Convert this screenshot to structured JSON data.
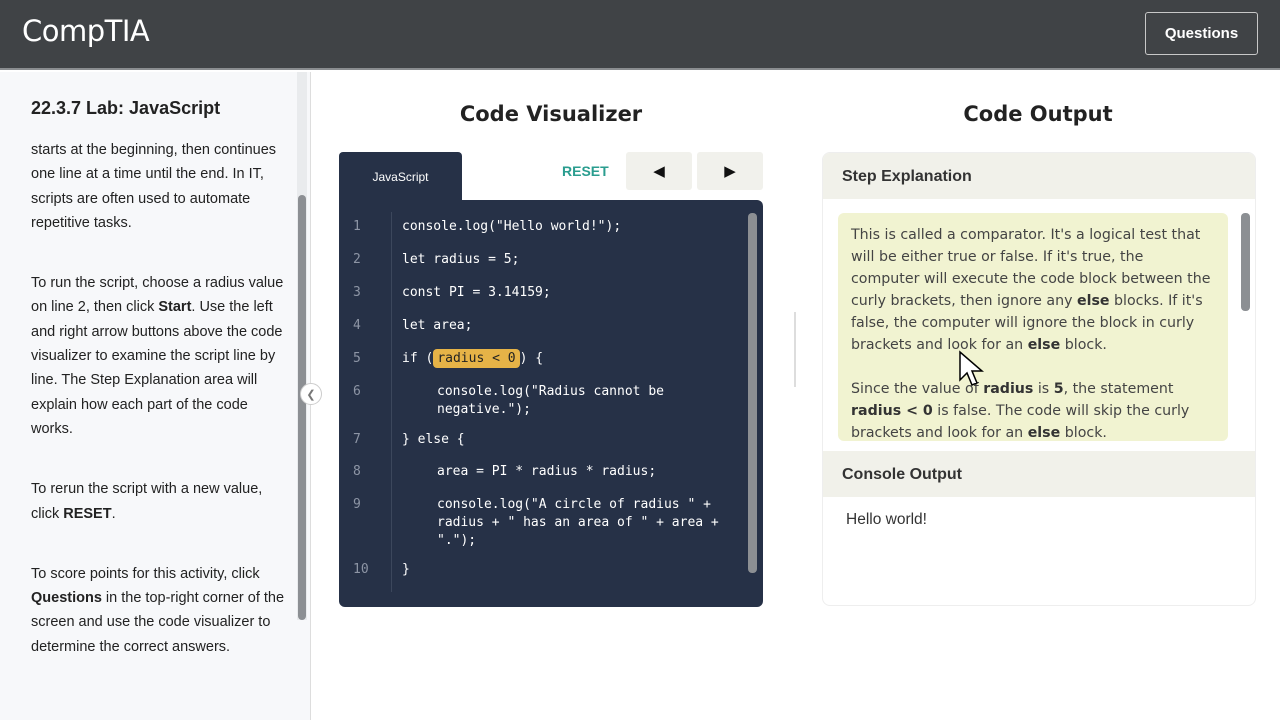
{
  "header": {
    "logo": "CompTIA",
    "questions_button": "Questions"
  },
  "sidebar": {
    "title": "22.3.7 Lab: JavaScript",
    "paragraphs": [
      [
        {
          "t": "starts at the beginning, then continues one line at a time until the end. In IT, scripts are often used to automate repetitive tasks."
        }
      ],
      [
        {
          "t": "To run the script, choose a radius value on line 2, then click "
        },
        {
          "t": "Start",
          "b": true
        },
        {
          "t": ". Use the left and right arrow buttons above the code visualizer to examine the script line by line. The Step Explanation area will explain how each part of the code works."
        }
      ],
      [
        {
          "t": "To rerun the script with a new value, click "
        },
        {
          "t": "RESET",
          "b": true
        },
        {
          "t": "."
        }
      ],
      [
        {
          "t": "To score points for this activity, click "
        },
        {
          "t": "Questions",
          "b": true
        },
        {
          "t": " in the top-right corner of the screen and use the code visualizer to determine the correct answers."
        }
      ]
    ]
  },
  "visualizer": {
    "title": "Code Visualizer",
    "tab": "JavaScript",
    "reset": "RESET",
    "prev_icon": "triangle-left",
    "next_icon": "triangle-right",
    "lines": [
      {
        "n": "1",
        "indent": 0,
        "parts": [
          {
            "t": "console.log(\"Hello world!\");"
          }
        ]
      },
      {
        "n": "2",
        "indent": 0,
        "parts": [
          {
            "t": "let radius = 5;"
          }
        ]
      },
      {
        "n": "3",
        "indent": 0,
        "parts": [
          {
            "t": "const PI = 3.14159;"
          }
        ]
      },
      {
        "n": "4",
        "indent": 0,
        "parts": [
          {
            "t": "let area;"
          }
        ]
      },
      {
        "n": "5",
        "indent": 0,
        "parts": [
          {
            "t": "if ("
          },
          {
            "t": "radius < 0",
            "hl": true
          },
          {
            "t": ") {"
          }
        ]
      },
      {
        "n": "6",
        "indent": 1,
        "parts": [
          {
            "t": "console.log(\"Radius cannot be negative.\");"
          }
        ]
      },
      {
        "n": "7",
        "indent": 0,
        "parts": [
          {
            "t": "} else {"
          }
        ]
      },
      {
        "n": "8",
        "indent": 1,
        "parts": [
          {
            "t": "area = PI * radius * radius;"
          }
        ]
      },
      {
        "n": "9",
        "indent": 1,
        "parts": [
          {
            "t": "console.log(\"A circle of radius \" + radius + \" has an area of \" + area + \".\");"
          }
        ]
      },
      {
        "n": "10",
        "indent": 0,
        "parts": [
          {
            "t": "}"
          }
        ]
      }
    ],
    "highlight_color": "#e6b347"
  },
  "output": {
    "title": "Code Output",
    "step_header": "Step Explanation",
    "explanation": [
      [
        {
          "t": "This is called a comparator. It's a logical test that will be either true or false. If it's true, the computer will execute the code block between the curly brackets, then ignore any "
        },
        {
          "t": "else",
          "b": true
        },
        {
          "t": " blocks. If it's false, the computer will ignore the block in curly brackets and look for an "
        },
        {
          "t": "else",
          "b": true
        },
        {
          "t": " block."
        }
      ],
      [
        {
          "t": "Since the value of "
        },
        {
          "t": "radius",
          "b": true
        },
        {
          "t": " is "
        },
        {
          "t": "5",
          "b": true
        },
        {
          "t": ", the statement "
        },
        {
          "t": "radius < 0",
          "b": true
        },
        {
          "t": " is false. The code will skip the curly brackets and look for an "
        },
        {
          "t": "else",
          "b": true
        },
        {
          "t": " block."
        }
      ]
    ],
    "console_header": "Console Output",
    "console_text": "Hello world!"
  }
}
